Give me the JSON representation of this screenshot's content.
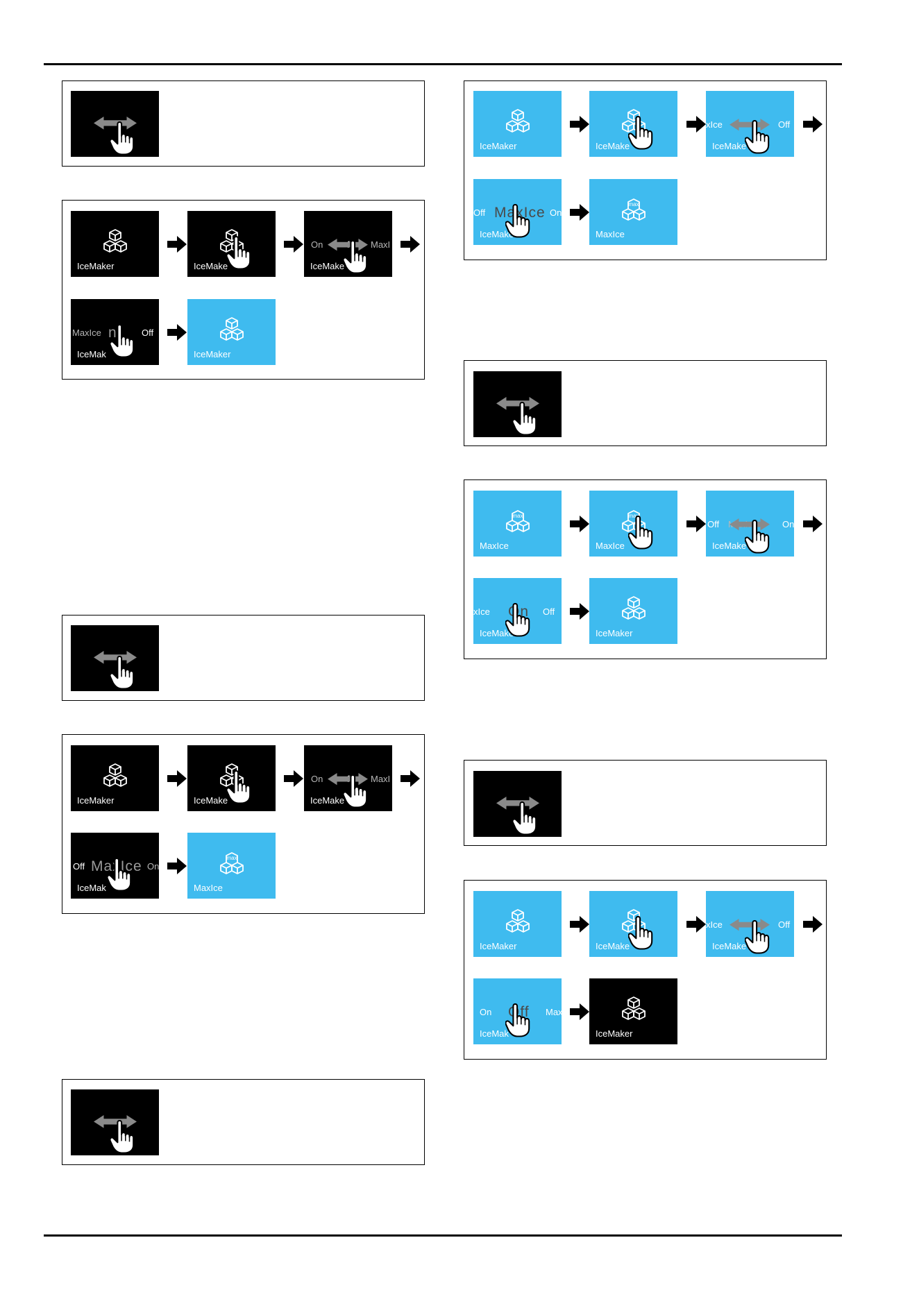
{
  "labels": {
    "icemaker": "IceMaker",
    "maxice": "MaxIce",
    "on": "On",
    "off": "Off",
    "off_partial_a": "Off",
    "off_partial_b": "ff",
    "maxi_partial": "MaxI",
    "xice_partial": "xIce",
    "max_partial": "Max",
    "icemak_partial": "IceMak",
    "icemake_partial": "IceMake",
    "on_partial": "On",
    "on_partial_n": "n",
    "maxice_big": "MaxIce",
    "max_icon_text": "max"
  },
  "colors": {
    "screen_blue": "#3fbbef",
    "screen_black": "#000000",
    "arrow": "#000000",
    "swipe_arrow": "#8a8a8a"
  },
  "icons": {
    "cube": "ice-cubes-icon",
    "max_cube": "max-ice-cubes-icon",
    "hand": "hand-pointer-icon",
    "swipe": "swipe-left-right-icon",
    "step_arrow": "right-arrow-icon"
  }
}
